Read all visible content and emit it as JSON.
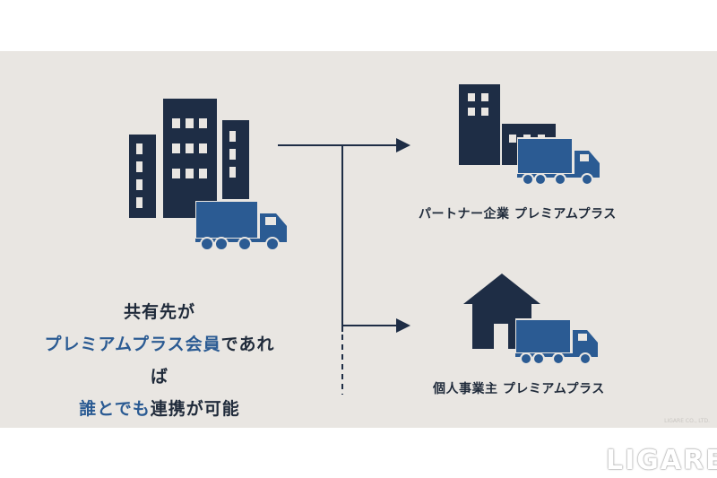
{
  "partner_label": "パートナー企業 プレミアムプラス",
  "individual_label": "個人事業主 プレミアムプラス",
  "caption": {
    "line1": "共有先が",
    "line2_highlight": "プレミアムプラス会員",
    "line2_rest": "であれば",
    "line3_highlight": "誰とでも",
    "line3_rest": "連携が可能"
  },
  "copyright": "LIGARE CO., LTD.",
  "logo": "LIGARE",
  "colors": {
    "navy": "#1e2d45",
    "truck_blue": "#2b5b93",
    "background": "#e9e6e2"
  },
  "icons": [
    "office-buildings-icon",
    "truck-icon",
    "house-icon",
    "arrow-right-icon"
  ]
}
